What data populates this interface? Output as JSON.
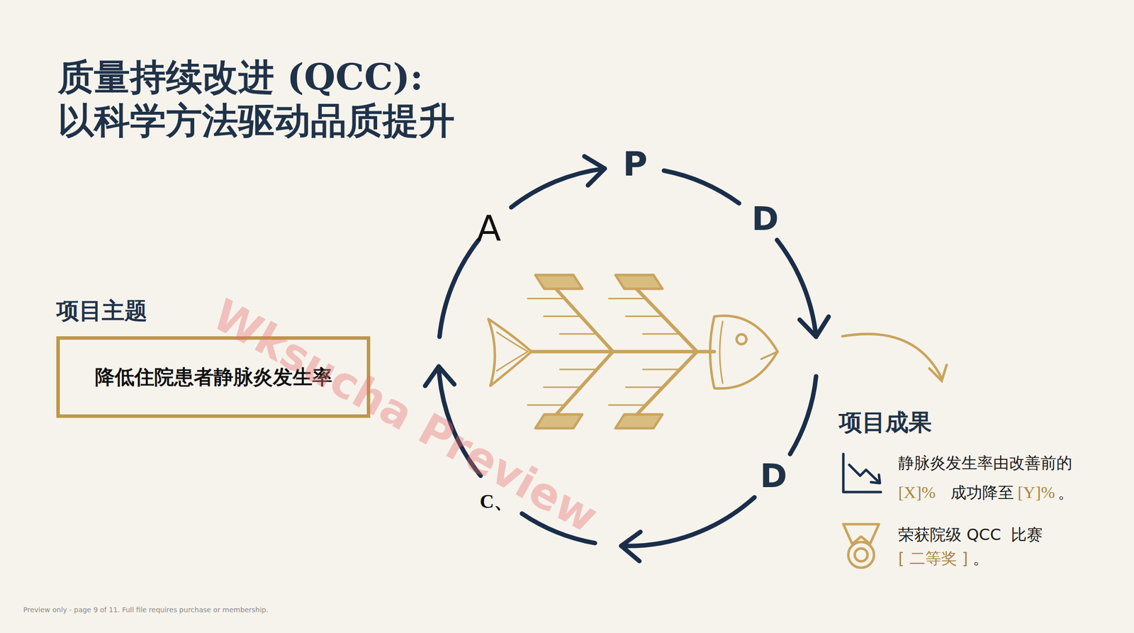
{
  "diagram": {
    "title": "质量持续改进 (QCC): 以科学方法驱动品质提升",
    "nodes": [
      {
        "text": [
          "项目主题",
          "降低住院患者静脉炎发生率"
        ]
      }
    ],
    "labels": [
      "P",
      "D",
      "D",
      "C、",
      "A",
      "项目成果",
      "静脉炎发生率由改善前的",
      "[X]%",
      "成功降至",
      "[Y]%",
      "。",
      "荣获院级 QCC  比赛",
      "[ 二等奖 ]",
      "。",
      "Wksucha Preview",
      "Preview only - page 9 of 11. Full file requires purchase or membership."
    ]
  }
}
